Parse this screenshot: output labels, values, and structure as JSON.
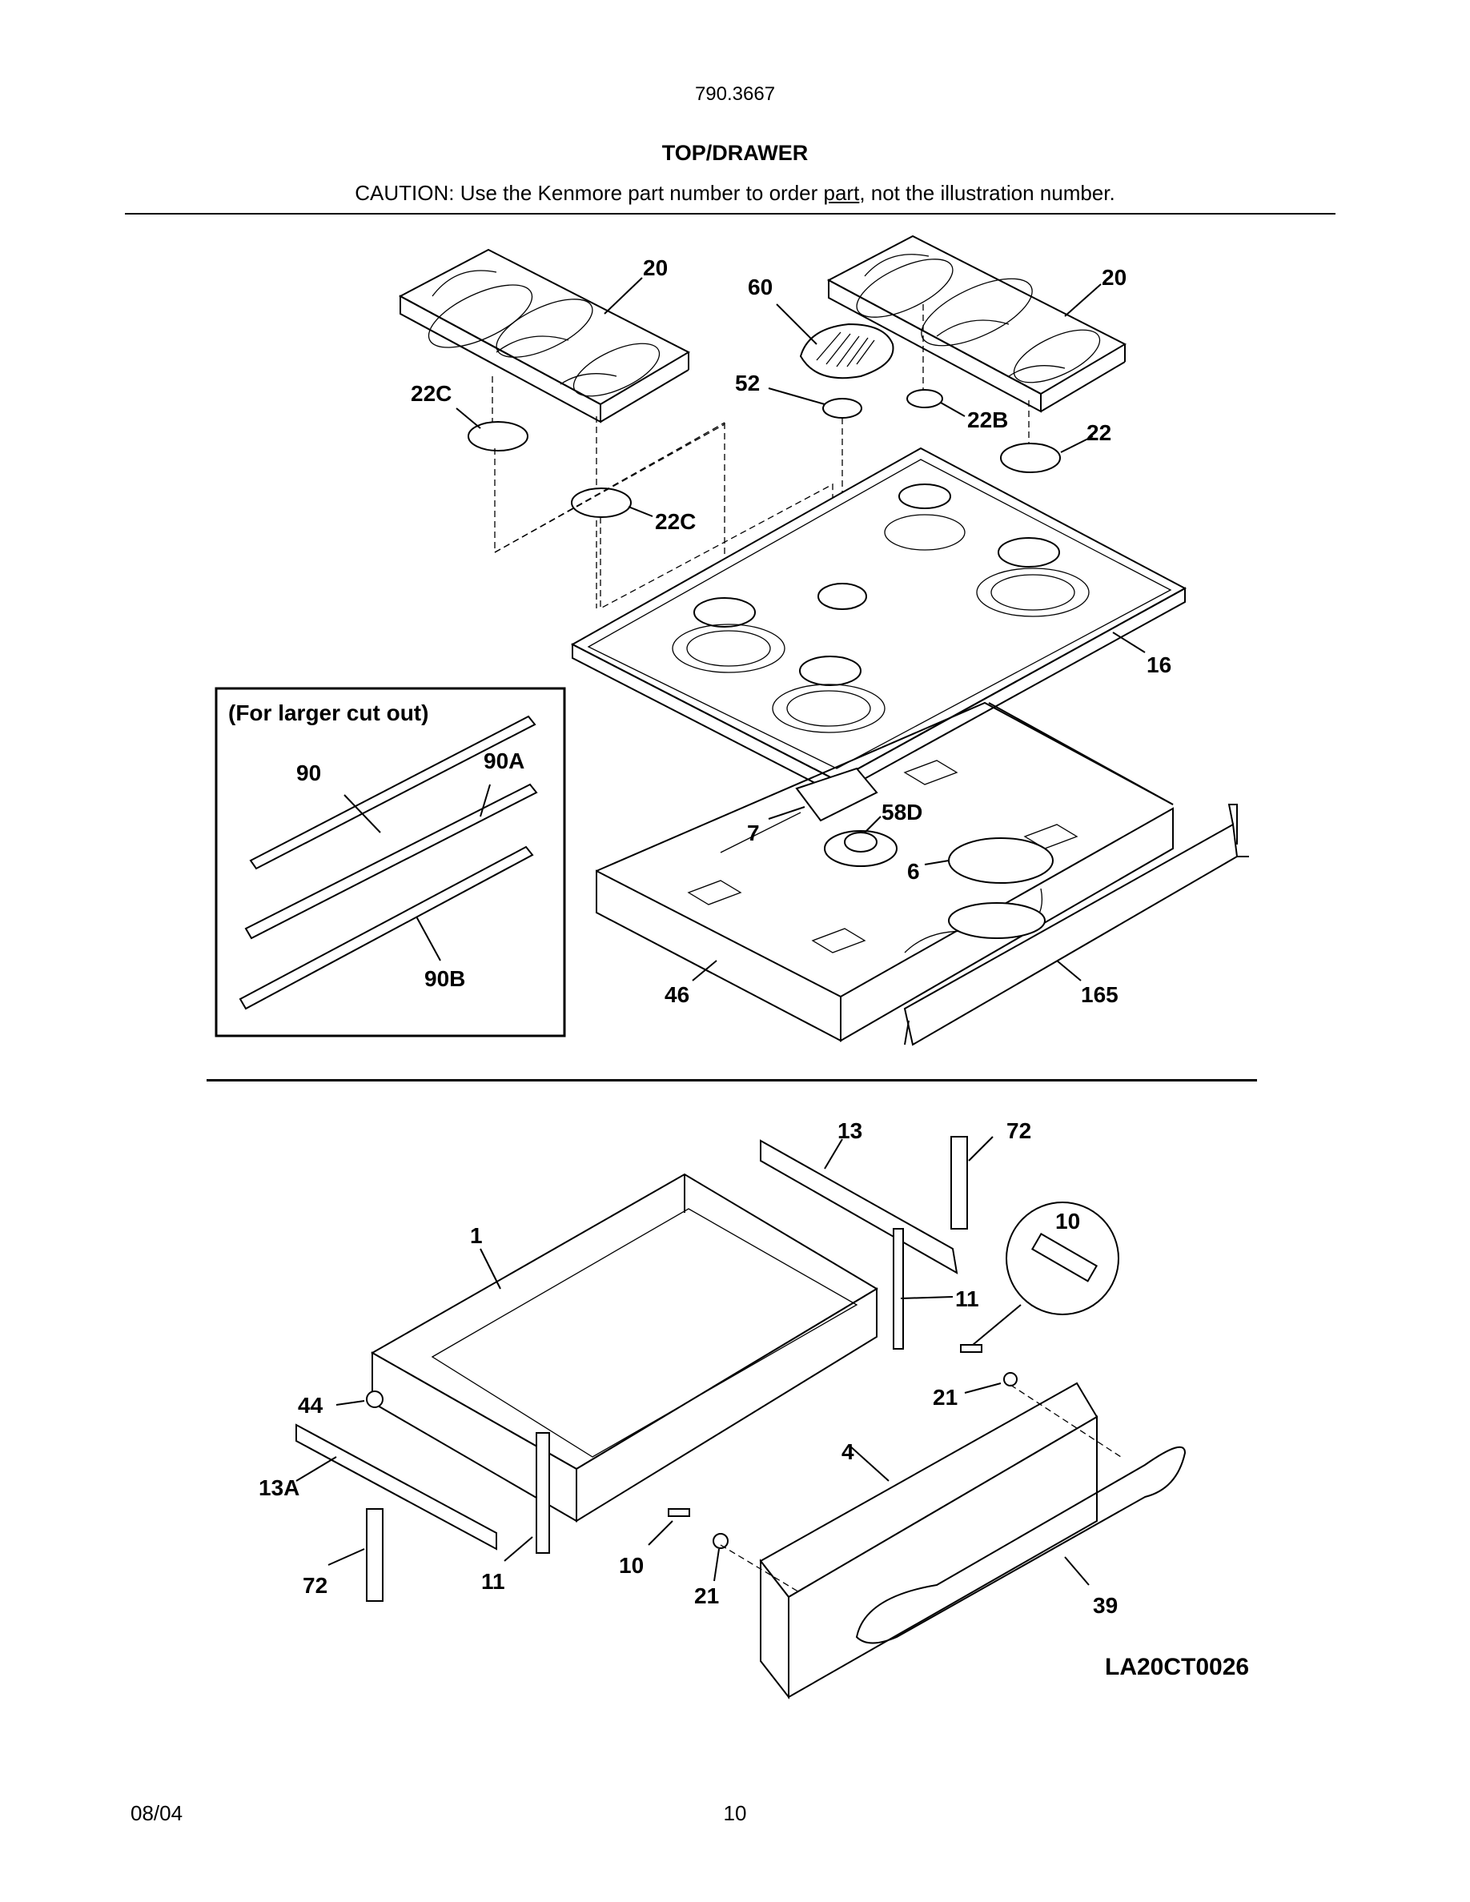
{
  "header": {
    "model_number": "790.3667",
    "section_title": "TOP/DRAWER",
    "caution_before": "CAUTION: Use the Kenmore part number to order ",
    "caution_underlined": "part",
    "caution_after": ", not the illustration number."
  },
  "inset": {
    "title": "(For larger cut out)"
  },
  "callouts": {
    "c20a": "20",
    "c20b": "20",
    "c60": "60",
    "c52": "52",
    "c22c_a": "22C",
    "c22c_b": "22C",
    "c22b": "22B",
    "c22": "22",
    "c16": "16",
    "c90": "90",
    "c90a": "90A",
    "c90b": "90B",
    "c7": "7",
    "c58d": "58D",
    "c6": "6",
    "c46": "46",
    "c165": "165",
    "c13": "13",
    "c72a": "72",
    "c10a": "10",
    "c1": "1",
    "c11a": "11",
    "c44": "44",
    "c21a": "21",
    "c4": "4",
    "c13a": "13A",
    "c72b": "72",
    "c11b": "11",
    "c10b": "10",
    "c21b": "21",
    "c39": "39"
  },
  "diagram_code": "LA20CT0026",
  "footer": {
    "date": "08/04",
    "page_number": "10"
  }
}
